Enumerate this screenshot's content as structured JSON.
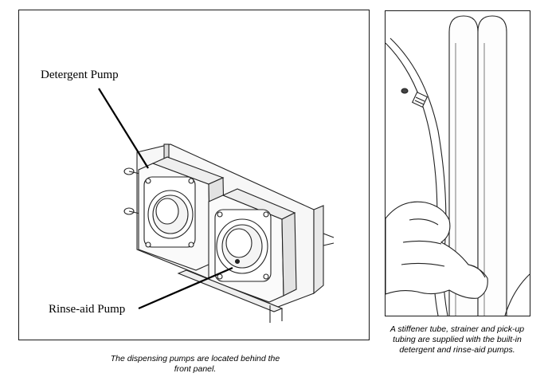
{
  "left_figure": {
    "label_top": "Detergent Pump",
    "label_bottom": "Rinse-aid Pump",
    "caption_line1": "The dispensing pumps are located behind the",
    "caption_line2": "front panel."
  },
  "right_figure": {
    "caption_line1": "A stiffener tube, strainer and pick-up",
    "caption_line2": "tubing are supplied with the built-in",
    "caption_line3": "detergent and rinse-aid pumps."
  }
}
